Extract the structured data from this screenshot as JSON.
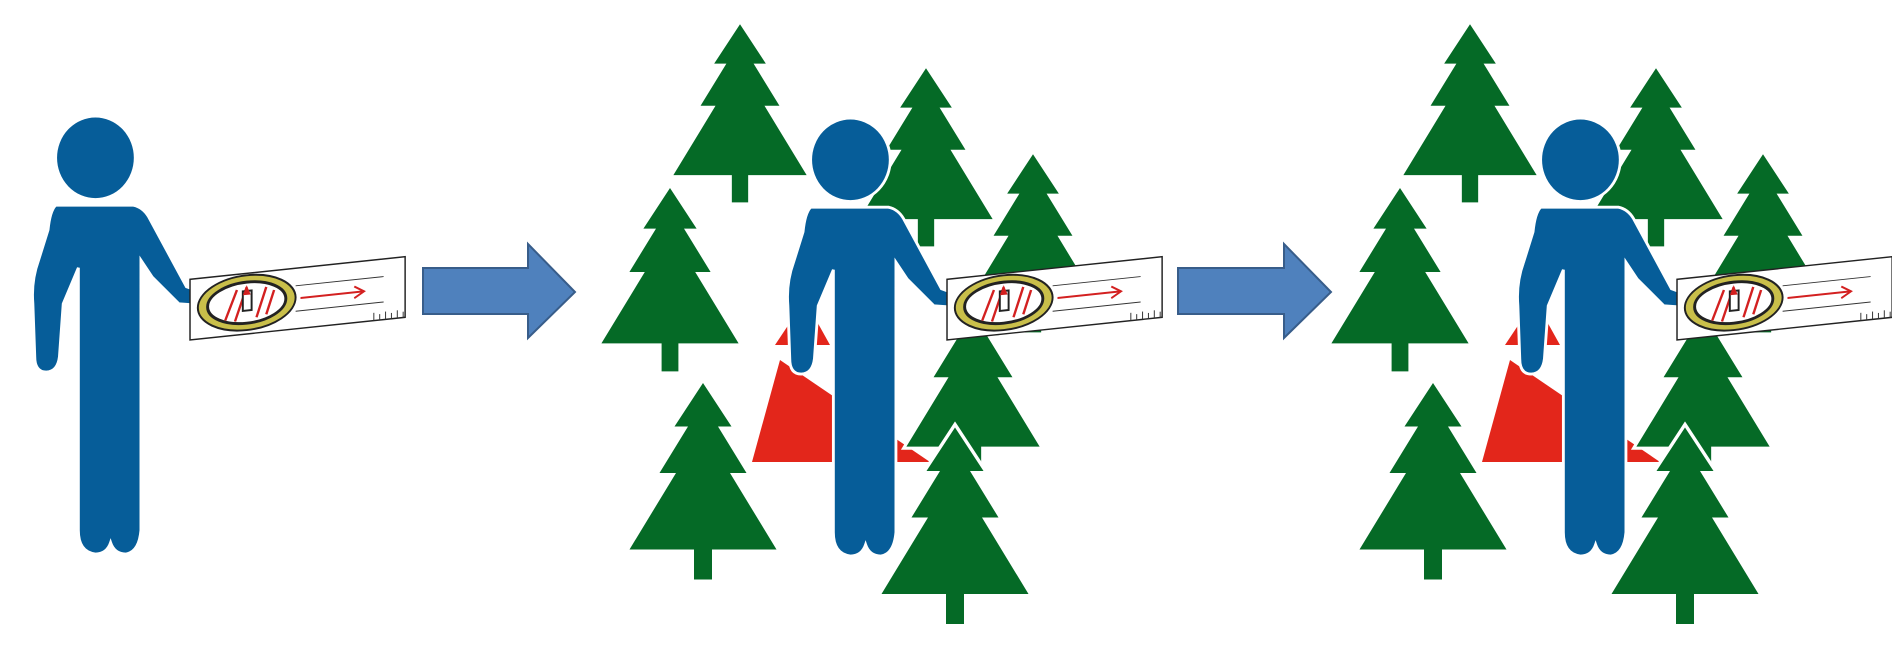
{
  "colors": {
    "person": "#065d99",
    "tree": "#056a26",
    "tree_outline": "#ffffff",
    "arrow_fill": "#4f81bd",
    "arrow_stroke": "#385d8a",
    "control_flag": "#e3261b",
    "compass_bezel": "#c9bf4a",
    "compass_needle": "#d32020",
    "compass_plate": "#ffffff"
  },
  "panels": [
    {
      "name": "person-with-compass",
      "has_forest": false
    },
    {
      "name": "person-in-forest-control",
      "has_forest": true
    },
    {
      "name": "person-in-forest-oriented",
      "has_forest": true
    }
  ],
  "arrows": [
    {
      "name": "next-step-arrow-1"
    },
    {
      "name": "next-step-arrow-2"
    }
  ],
  "icons": [
    "person-icon",
    "compass-icon",
    "tree-icon",
    "control-marker-icon",
    "right-arrow-icon"
  ]
}
